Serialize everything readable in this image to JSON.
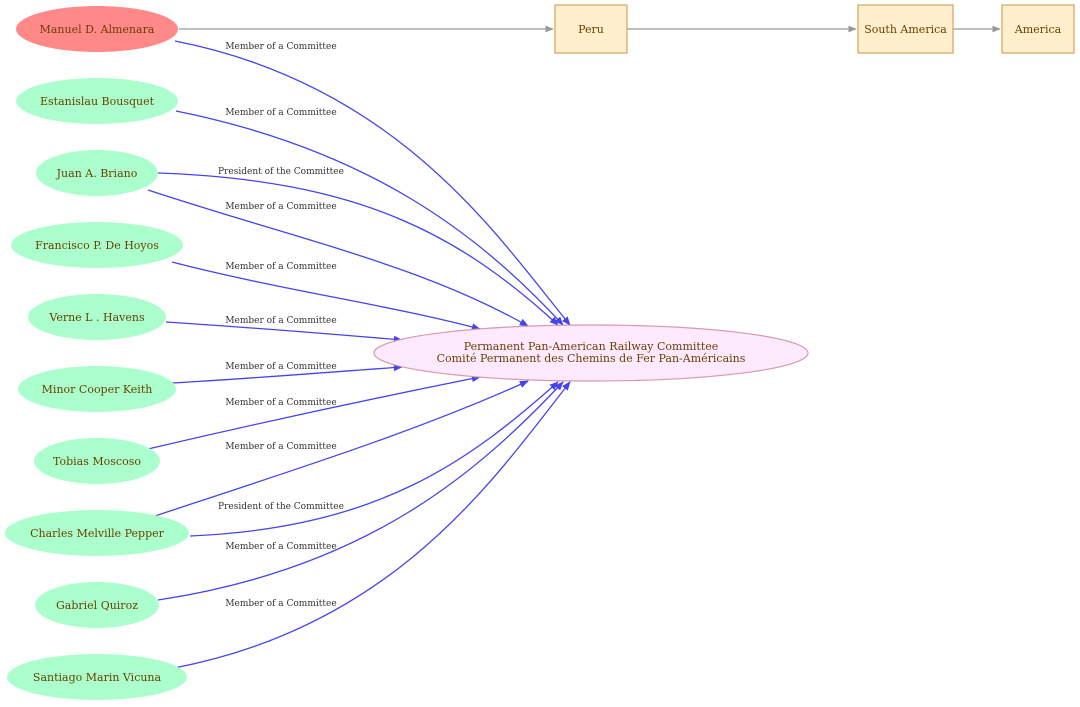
{
  "colors": {
    "person_fill": "#aaffcc",
    "highlight_fill": "#ff8888",
    "place_fill": "#ffefcc",
    "place_stroke": "#d4a35a",
    "org_fill": "#fdeaff",
    "org_stroke": "#d99aa8",
    "edge_blue": "#4444ee",
    "edge_gray": "#999999",
    "text": "#6b3f00"
  },
  "nodes": {
    "almenara": "Manuel D. Almenara",
    "bousquet": "Estanislau Bousquet",
    "briano": "Juan A. Briano",
    "dehoyos": "Francisco P. De Hoyos",
    "havens": "Verne L . Havens",
    "keith": "Minor Cooper Keith",
    "moscoso": "Tobias Moscoso",
    "pepper": "Charles Melville Pepper",
    "quiroz": "Gabriel Quiroz",
    "vicuna": "Santiago Marin Vicuna",
    "peru": "Peru",
    "south_america": "South America",
    "america": "America",
    "committee_line1": "Permanent Pan-American Railway Committee",
    "committee_line2": "Comité Permanent des Chemins de Fer Pan-Américains"
  },
  "edge_labels": {
    "almenara": "Member of a Committee",
    "bousquet": "Member of a Committee",
    "briano_president": "President of the Committee",
    "briano_member": "Member of a Committee",
    "dehoyos": "Member of a Committee",
    "havens": "Member of a Committee",
    "keith": "Member of a Committee",
    "moscoso": "Member of a Committee",
    "pepper_member": "Member of a Committee",
    "pepper_president": "President of the Committee",
    "quiroz": "Member of a Committee",
    "vicuna": "Member of a Committee"
  }
}
